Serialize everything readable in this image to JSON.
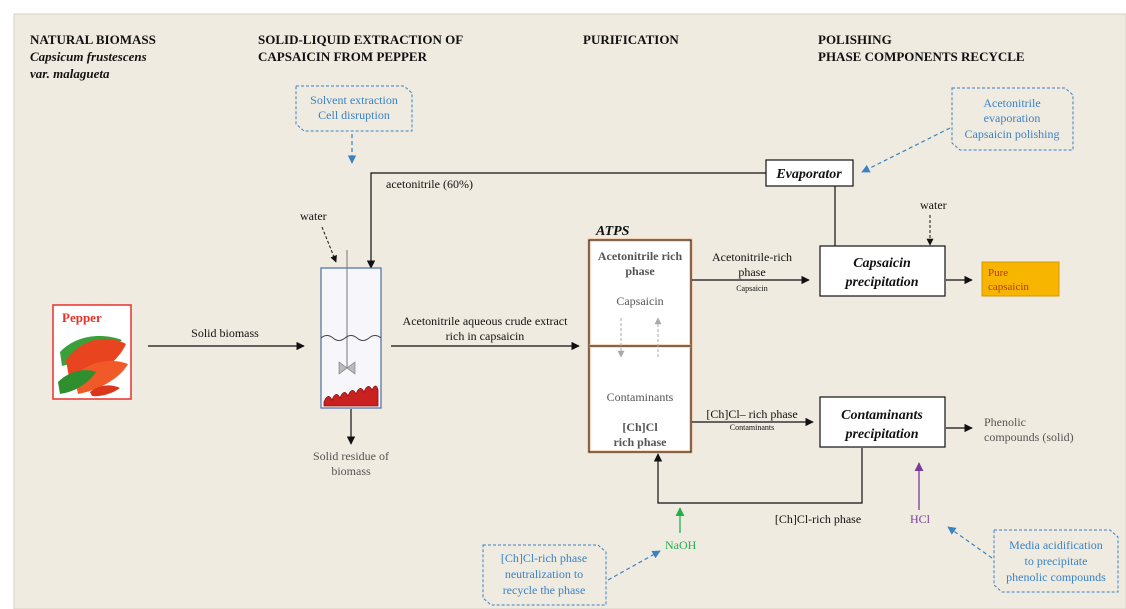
{
  "headers": {
    "col1_title": "NATURAL BIOMASS",
    "col1_species": "Capsicum frustescens",
    "col1_variety": "var. malagueta",
    "col2_line1": "SOLID-LIQUID EXTRACTION OF",
    "col2_line2": "CAPSAICIN FROM PEPPER",
    "col3": "PURIFICATION",
    "col4_line1": "POLISHING",
    "col4_line2": "PHASE COMPONENTS RECYCLE"
  },
  "notes": {
    "extraction_line1": "Solvent extraction",
    "extraction_line2": "Cell disruption",
    "evaporation_line1": "Acetonitrile",
    "evaporation_line2": "evaporation",
    "evaporation_line3": "Capsaicin polishing",
    "neutralization_line1": "[Ch]Cl-rich phase",
    "neutralization_line2": "neutralization to",
    "neutralization_line3": "recycle the phase",
    "acidification_line1": "Media acidification",
    "acidification_line2": "to precipitate",
    "acidification_line3": "phenolic compounds"
  },
  "nodes": {
    "pepper": "Pepper",
    "evaporator": "Evaporator",
    "atps": "ATPS",
    "acn_phase_line1": "Acetonitrile rich",
    "acn_phase_line2": "phase",
    "capsaicin_in_phase": "Capsaicin",
    "contaminants_in_phase": "Contaminants",
    "chcl_phase_line1": "[Ch]Cl",
    "chcl_phase_line2": "rich phase",
    "capsaicin_precip_line1": "Capsaicin",
    "capsaicin_precip_line2": "precipitation",
    "contaminants_precip_line1": "Contaminants",
    "contaminants_precip_line2": "precipitation",
    "pure_line1": "Pure",
    "pure_line2": "capsaicin"
  },
  "flows": {
    "solid_biomass": "Solid biomass",
    "water_extraction": "water",
    "acetonitrile_60": "acetonitrile (60%)",
    "crude_line1": "Acetonitrile aqueous crude extract",
    "crude_line2": "rich in capsaicin",
    "residue_line1": "Solid residue of",
    "residue_line2": "biomass",
    "acn_rich_line1": "Acetonitrile-rich",
    "acn_rich_line2": "phase",
    "acn_rich_sub": "Capsaicin",
    "water_precip": "water",
    "chcl_rich": "[Ch]Cl– rich phase",
    "chcl_rich_sub": "Contaminants",
    "phenolic_line1": "Phenolic",
    "phenolic_line2": "compounds (solid)",
    "chcl_recycle": "[Ch]Cl-rich phase",
    "naoh": "NaOH",
    "hcl": "HCl"
  },
  "colors": {
    "background": "#f0ebe0",
    "note_border": "#3a82c4",
    "pepper_border": "#e8312a",
    "atps_border": "#f2b98a",
    "pure_fill": "#f7b500",
    "naoh": "#22b14c",
    "hcl": "#7a3a9e"
  }
}
